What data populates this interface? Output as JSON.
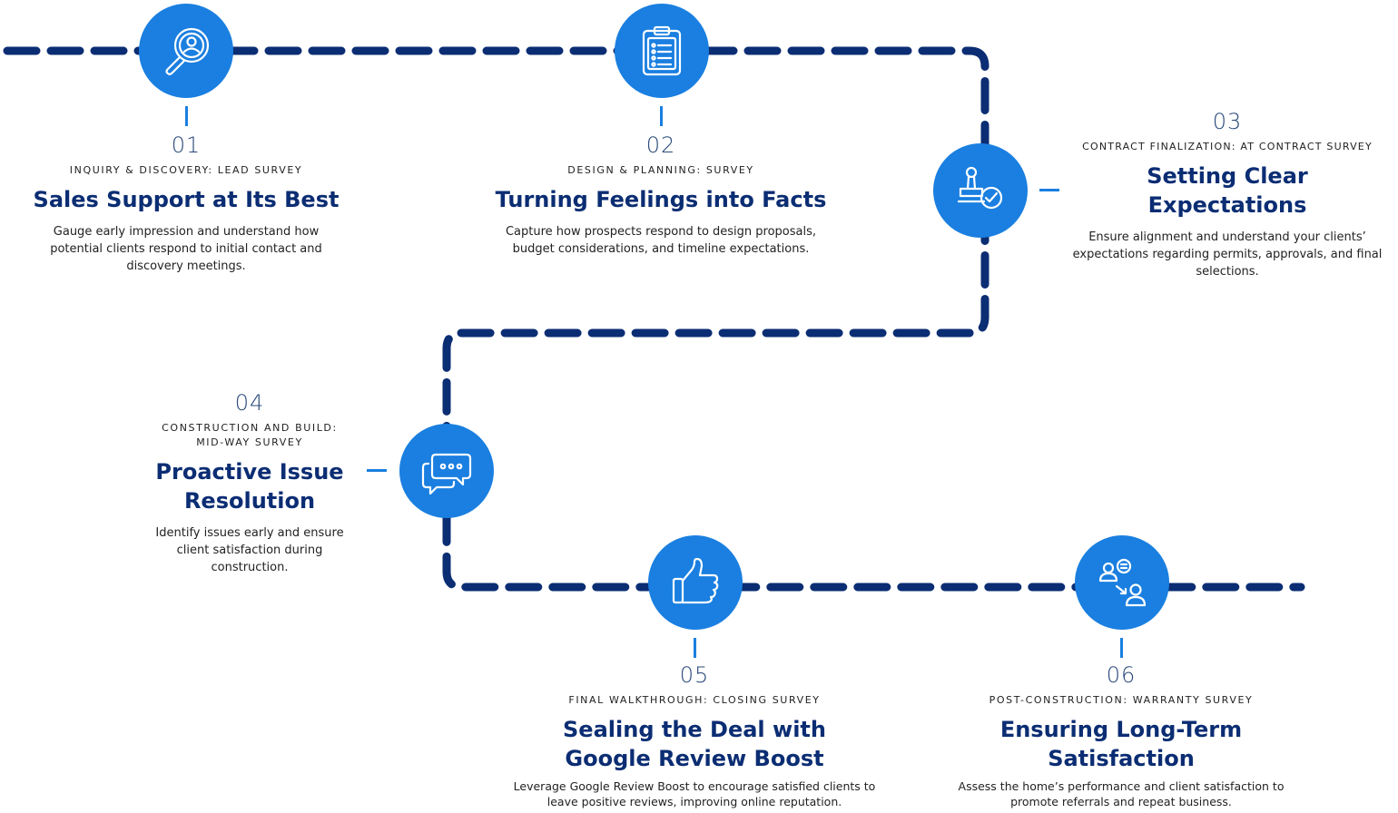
{
  "steps": [
    {
      "number": "01",
      "category": "INQUIRY & DISCOVERY: LEAD SURVEY",
      "title": "Sales Support at Its Best",
      "description": "Gauge early impression and understand how potential clients respond to initial contact and discovery meetings.",
      "icon": "search-person-icon"
    },
    {
      "number": "02",
      "category": "DESIGN & PLANNING: SURVEY",
      "title": "Turning Feelings into Facts",
      "description": "Capture how prospects respond to design proposals, budget considerations, and timeline expectations.",
      "icon": "clipboard-icon"
    },
    {
      "number": "03",
      "category": "CONTRACT FINALIZATION: AT CONTRACT SURVEY",
      "title": "Setting Clear Expectations",
      "description": "Ensure alignment and understand your clients’ expectations regarding permits, approvals, and final selections.",
      "icon": "approval-stamp-icon"
    },
    {
      "number": "04",
      "category": "CONSTRUCTION AND BUILD: MID-WAY SURVEY",
      "title": "Proactive Issue Resolution",
      "description": "Identify issues early and ensure client satisfaction during construction.",
      "icon": "chat-bubbles-icon"
    },
    {
      "number": "05",
      "category": "FINAL WALKTHROUGH: CLOSING SURVEY",
      "title": "Sealing the Deal with Google Review Boost",
      "description": "Leverage Google Review Boost to encourage satisfied clients to leave positive reviews, improving online reputation.",
      "icon": "thumbs-up-icon"
    },
    {
      "number": "06",
      "category": "POST-CONSTRUCTION: WARRANTY SURVEY",
      "title": "Ensuring Long-Term Satisfaction",
      "description": "Assess the home’s performance and client satisfaction to promote referrals and repeat business.",
      "icon": "referral-users-icon"
    }
  ],
  "colors": {
    "path": "#0b2d73",
    "node": "#1a7fe0",
    "title": "#0b2d73",
    "number": "#2b4a7a"
  }
}
